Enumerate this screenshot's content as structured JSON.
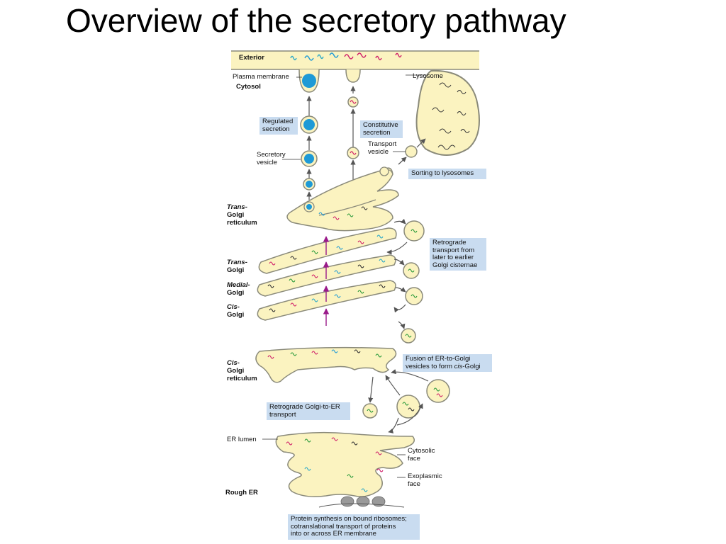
{
  "slide": {
    "title": "Overview of the secretory pathway"
  },
  "labels": {
    "exterior": "Exterior",
    "plasma_membrane": "Plasma membrane",
    "cytosol": "Cytosol",
    "lysosome": "Lysosome",
    "secretory_vesicle": "Secretory\nvesicle",
    "transport_vesicle": "Transport\nvesicle",
    "trans_golgi_reticulum_1": "Trans-",
    "trans_golgi_reticulum_2": "Golgi\nreticulum",
    "trans_golgi_1": "Trans-",
    "trans_golgi_2": "Golgi",
    "medial_golgi_1": "Medial-",
    "medial_golgi_2": "Golgi",
    "cis_golgi_1": "Cis-",
    "cis_golgi_2": "Golgi",
    "cis_golgi_reticulum_1": "Cis-",
    "cis_golgi_reticulum_2": "Golgi\nreticulum",
    "er_lumen": "ER lumen",
    "cytosolic_face": "Cytosolic\nface",
    "exoplasmic_face": "Exoplasmic\nface",
    "rough_er": "Rough ER"
  },
  "callouts": {
    "regulated_secretion": "Regulated\nsecretion",
    "constitutive_secretion": "Constitutive\nsecretion",
    "sorting_to_lysosomes": "Sorting to lysosomes",
    "retrograde_golgi": "Retrograde\ntransport from\nlater to earlier\nGolgi cisternae",
    "fusion_prefix": "Fusion of ER-to-Golgi\nvesicles to form ",
    "fusion_italic": "cis",
    "fusion_suffix": "-Golgi",
    "retrograde_er": "Retrograde Golgi-to-ER\ntransport",
    "protein_synthesis": "Protein synthesis on bound ribosomes;\ncotranslational transport of proteins\ninto or across ER membrane"
  },
  "colors": {
    "membrane_fill": "#fbf3c0",
    "membrane_stroke": "#8a8a7a",
    "secretory_blue": "#1e9ad6",
    "protein_magenta": "#d0206a",
    "protein_green": "#2a9a3a",
    "protein_cyan": "#2aa8c8",
    "callout_bg": "#c9dcf0",
    "ribosome_gray": "#9a9a9a"
  }
}
